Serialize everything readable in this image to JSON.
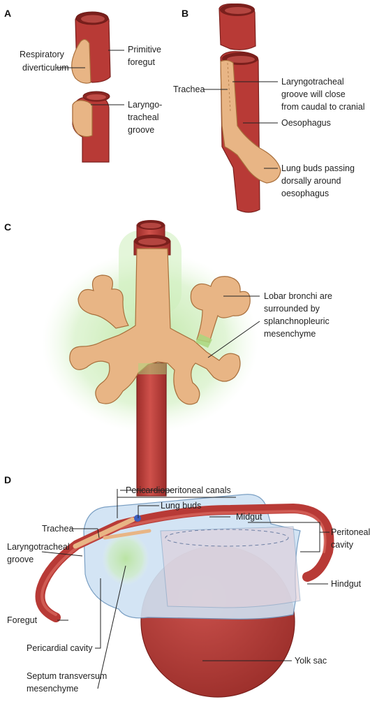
{
  "panels": {
    "a": "A",
    "b": "B",
    "c": "C",
    "d": "D"
  },
  "labels_a": {
    "respiratory_1": "Respiratory",
    "respiratory_2": "diverticulum",
    "primitive_1": "Primitive",
    "primitive_2": "foregut",
    "laryngo_1": "Laryngo-",
    "laryngo_2": "tracheal",
    "laryngo_3": "groove"
  },
  "labels_b": {
    "trachea": "Trachea",
    "ltg_1": "Laryngotracheal",
    "ltg_2": "groove will close",
    "ltg_3": "from caudal to cranial",
    "oesophagus": "Oesophagus",
    "lung_1": "Lung buds passing",
    "lung_2": "dorsally around",
    "lung_3": "oesophagus"
  },
  "labels_c": {
    "lobar_1": "Lobar bronchi are",
    "lobar_2": "surrounded by",
    "lobar_3": "splanchnopleuric",
    "lobar_4": "mesenchyme"
  },
  "labels_d": {
    "pericardioperitoneal": "Pericardioperitoneal canals",
    "lung_buds": "Lung buds",
    "trachea": "Trachea",
    "midgut": "Midgut",
    "laryngo_1": "Laryngotracheal",
    "laryngo_2": "groove",
    "peritoneal_1": "Peritoneal",
    "peritoneal_2": "cavity",
    "hindgut": "Hindgut",
    "foregut": "Foregut",
    "pericardial": "Pericardial cavity",
    "yolk_sac": "Yolk sac",
    "septum_1": "Septum transversum",
    "septum_2": "mesenchyme"
  }
}
